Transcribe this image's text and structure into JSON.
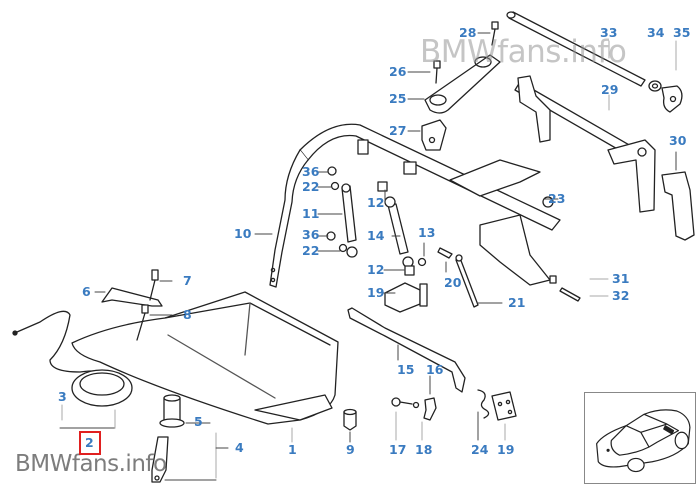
{
  "watermark": {
    "top_right": "BMWfans.info",
    "bottom_left": "BMWfans.info"
  },
  "highlight": {
    "part_number": "2",
    "color": "#e02020"
  },
  "label_color": "#3a7bc0",
  "thumbnail": {
    "icon": "car-overview-icon"
  },
  "labels": [
    {
      "id": "28",
      "text": "28"
    },
    {
      "id": "33",
      "text": "33"
    },
    {
      "id": "34",
      "text": "34"
    },
    {
      "id": "35",
      "text": "35"
    },
    {
      "id": "26",
      "text": "26"
    },
    {
      "id": "25",
      "text": "25"
    },
    {
      "id": "29",
      "text": "29"
    },
    {
      "id": "27",
      "text": "27"
    },
    {
      "id": "30",
      "text": "30"
    },
    {
      "id": "36a",
      "text": "36"
    },
    {
      "id": "22a",
      "text": "22"
    },
    {
      "id": "12a",
      "text": "12"
    },
    {
      "id": "23",
      "text": "23"
    },
    {
      "id": "11",
      "text": "11"
    },
    {
      "id": "10",
      "text": "10"
    },
    {
      "id": "14",
      "text": "14"
    },
    {
      "id": "13",
      "text": "13"
    },
    {
      "id": "36b",
      "text": "36"
    },
    {
      "id": "22b",
      "text": "22"
    },
    {
      "id": "12b",
      "text": "12"
    },
    {
      "id": "20",
      "text": "20"
    },
    {
      "id": "31",
      "text": "31"
    },
    {
      "id": "32",
      "text": "32"
    },
    {
      "id": "19a",
      "text": "19"
    },
    {
      "id": "21",
      "text": "21"
    },
    {
      "id": "7",
      "text": "7"
    },
    {
      "id": "6",
      "text": "6"
    },
    {
      "id": "8",
      "text": "8"
    },
    {
      "id": "15",
      "text": "15"
    },
    {
      "id": "16",
      "text": "16"
    },
    {
      "id": "3",
      "text": "3"
    },
    {
      "id": "5",
      "text": "5"
    },
    {
      "id": "2",
      "text": "2"
    },
    {
      "id": "4",
      "text": "4"
    },
    {
      "id": "1",
      "text": "1"
    },
    {
      "id": "9",
      "text": "9"
    },
    {
      "id": "17",
      "text": "17"
    },
    {
      "id": "18",
      "text": "18"
    },
    {
      "id": "24",
      "text": "24"
    },
    {
      "id": "19b",
      "text": "19"
    }
  ]
}
